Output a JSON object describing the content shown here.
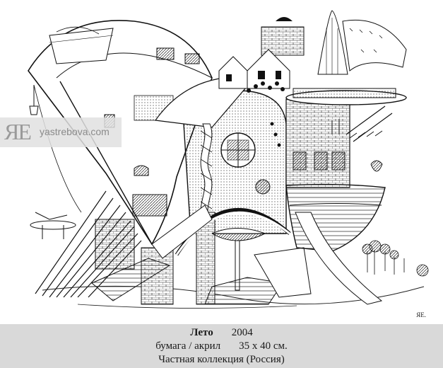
{
  "watermark": {
    "logo": "ЯЕ",
    "site": "yastrebova.com"
  },
  "signature": "ЯЕ.",
  "caption": {
    "title": "Лето",
    "year": "2004",
    "medium": "бумага / акрил",
    "size": "35 х 40 см.",
    "collection": "Частная коллекция (Россия)"
  }
}
